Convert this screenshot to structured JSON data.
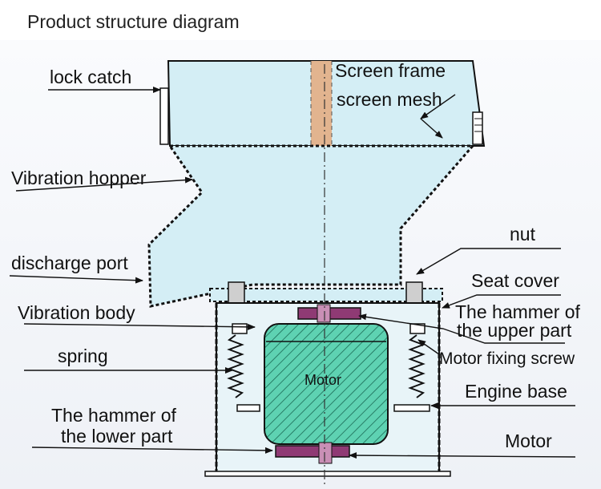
{
  "title": "Product structure diagram",
  "labels": {
    "lock_catch": "lock catch",
    "screen_frame": "Screen frame",
    "screen_mesh": "screen mesh",
    "vibration_hopper": "Vibration hopper",
    "nut": "nut",
    "discharge_port": "discharge port",
    "seat_cover": "Seat cover",
    "vibration_body": "Vibration body",
    "hammer_upper_1": "The hammer of",
    "hammer_upper_2": "the upper part",
    "spring": "spring",
    "motor_fixing_screw": "Motor fixing screw",
    "motor_inside": "Motor",
    "engine_base": "Engine base",
    "hammer_lower_1": "The hammer of",
    "hammer_lower_2": "the lower part",
    "motor": "Motor"
  },
  "colors": {
    "body_fill": "#d4eef5",
    "motor_fill": "#5ed2b2",
    "hammer_fill": "#8f3a74",
    "mesh_fill": "#e2b48f",
    "line": "#111111"
  }
}
